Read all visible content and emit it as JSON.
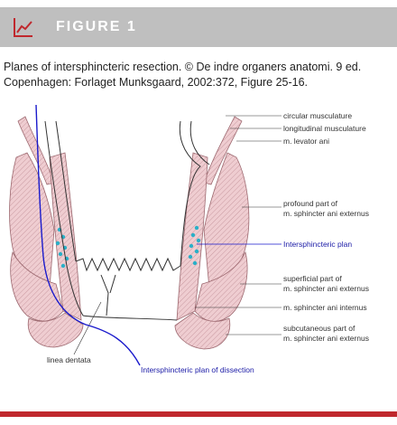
{
  "header": {
    "figure_label": "FIGURE 1",
    "accent": "#c0282d",
    "bar_color": "#bfbfbf"
  },
  "caption": "Planes of intersphincteric resection. © De indre organers anatomi. 9 ed. Copenhagen: Forlaget Munksgaard, 2002:372, Figure 25-16.",
  "diagram": {
    "labels": {
      "circular_musculature": "circular musculature",
      "longitudinal_musculature": "longitudinal musculature",
      "levator_ani": "m. levator ani",
      "profound_1": "profound part of",
      "profound_2": "m. sphincter ani externus",
      "intersphincteric_plan": "Intersphincteric plan",
      "superficial_1": "superficial part of",
      "superficial_2": "m. sphincter ani externus",
      "sphincter_internus": "m. sphincter ani internus",
      "subcutaneous_1": "subcutaneous part of",
      "subcutaneous_2": "m. sphincter ani externus",
      "linea_dentata": "linea dentata",
      "dissection_plan": "Intersphincteric plan of dissection"
    },
    "colors": {
      "muscle": "#e8c4c8",
      "muscle_stroke": "#a06a72",
      "fat_dots": "#2ab0c8",
      "plane_line": "#1a1acc"
    }
  }
}
